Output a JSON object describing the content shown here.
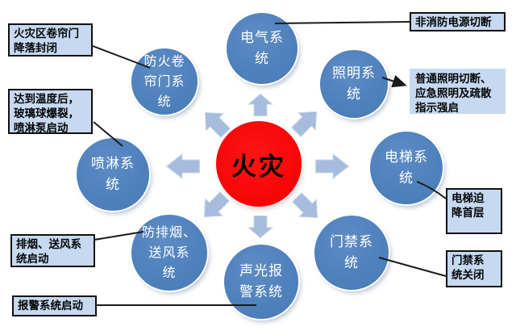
{
  "diagram": {
    "center": {
      "label": "火灾"
    },
    "nodes": [
      {
        "id": "electrical-system",
        "label": "电气系\n统"
      },
      {
        "id": "fire-shutter-system",
        "label": "防火卷\n帘门系\n统"
      },
      {
        "id": "lighting-system",
        "label": "照明系\n统"
      },
      {
        "id": "sprinkler-system",
        "label": "喷淋系\n统"
      },
      {
        "id": "elevator-system",
        "label": "电梯系\n统"
      },
      {
        "id": "smoke-control-system",
        "label": "防排烟、\n送风系\n统"
      },
      {
        "id": "sound-light-alarm-system",
        "label": "声光报\n警系统"
      },
      {
        "id": "access-control-system",
        "label": "门禁系\n统"
      }
    ],
    "annotations": [
      {
        "id": "shutter-action",
        "text": "火灾区卷帘门\n降落封闭"
      },
      {
        "id": "sprinkler-action",
        "text": "达到温度后，\n玻璃球爆裂，\n喷淋泵启动"
      },
      {
        "id": "power-action",
        "text": "非消防电源切断"
      },
      {
        "id": "lighting-action",
        "text": "普通照明切断、\n应急照明及疏散\n指示强启"
      },
      {
        "id": "elevator-action",
        "text": "电梯迫\n降首层"
      },
      {
        "id": "access-action",
        "text": "门禁系\n统关闭"
      },
      {
        "id": "exhaust-action",
        "text": "排烟、送风系\n统启动"
      },
      {
        "id": "alarm-action",
        "text": "报警系统启动"
      }
    ],
    "colors": {
      "node_fill": "#4f81bd",
      "node_text": "#ffffff",
      "center_fill": "#f70505",
      "center_text": "#000000",
      "arrow_fill": "#a6bcdd",
      "annotation_fill": "#c6d9f1",
      "annotation_border": "#101010",
      "connector": "#1a1a1a",
      "background": "#ffffff"
    }
  }
}
